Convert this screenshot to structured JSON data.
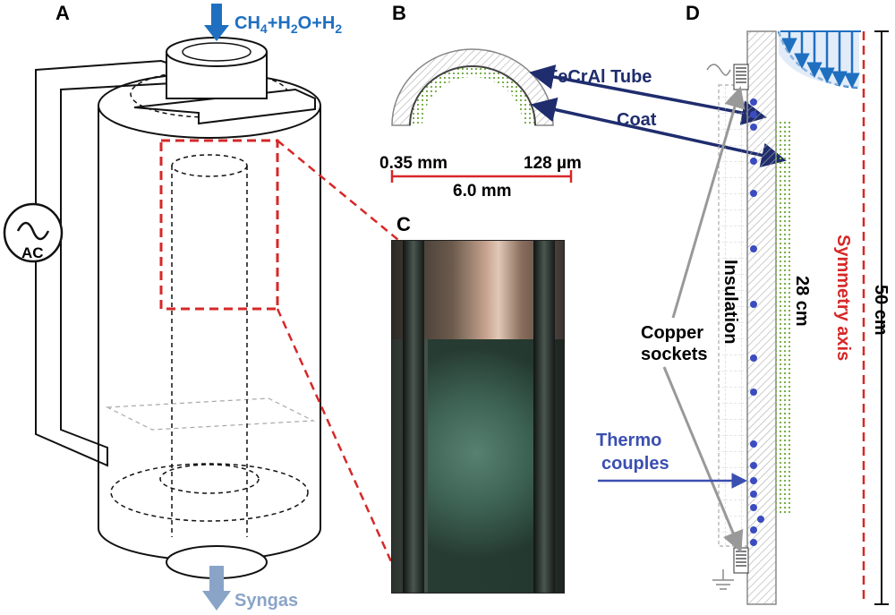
{
  "panels": {
    "a": {
      "letter": "A",
      "inlet": "CH4+H2O+H2",
      "outlet": "Syngas",
      "source": "AC"
    },
    "b": {
      "letter": "B",
      "tube": "FeCrAl Tube",
      "coat": "Coat",
      "dim_wall": "0.35 mm",
      "dim_coat": "128 µm",
      "dim_diameter": "6.0 mm"
    },
    "c": {
      "letter": "C"
    },
    "d": {
      "letter": "D",
      "insulation": "Insulation",
      "length_28": "28 cm",
      "length_50": "50 cm",
      "symmetry": "Symmetry axis",
      "copper_1": "Copper",
      "copper_2": "sockets",
      "thermo_1": "Thermo",
      "thermo_2": "couples"
    }
  },
  "colors": {
    "red": "#d62828",
    "navy": "#1f2d6e",
    "blue": "#1f6fc0",
    "thermo": "#3a4fb0",
    "dot": "#3a4cc0",
    "coat": "#7ab04a",
    "gray": "#9a9a9a",
    "syngas": "#8aa4c8"
  },
  "icons": [
    "ac-source-icon",
    "flow-arrow-icon",
    "ground-icon"
  ]
}
